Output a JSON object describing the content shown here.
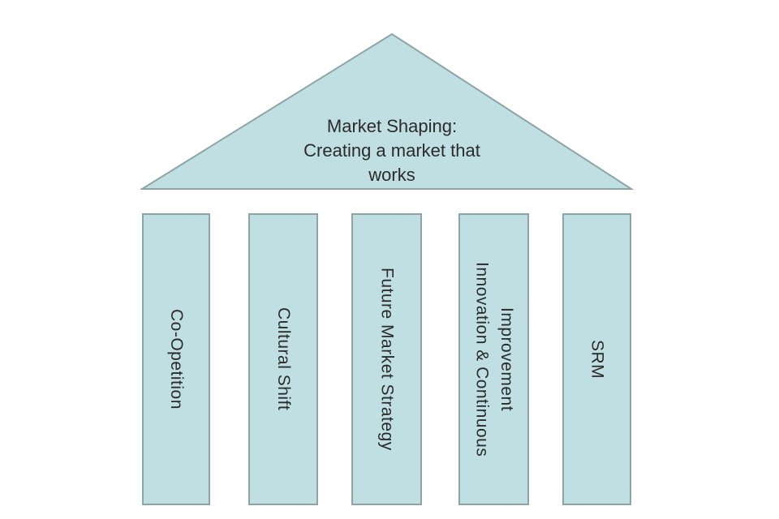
{
  "theme": {
    "background": "#ffffff",
    "shape_fill": "#c0dfe2",
    "shape_stroke": "#8da4a7",
    "text_color": "#2b2b2b"
  },
  "roof": {
    "title_lines": [
      "Market Shaping:",
      "Creating a market that",
      "works"
    ]
  },
  "pillars": [
    {
      "label": "Co-Opetition"
    },
    {
      "label": "Cultural Shift"
    },
    {
      "label": "Future Market Strategy"
    },
    {
      "label": "Innovation & Continuous\nImprovement"
    },
    {
      "label": "SRM"
    }
  ]
}
